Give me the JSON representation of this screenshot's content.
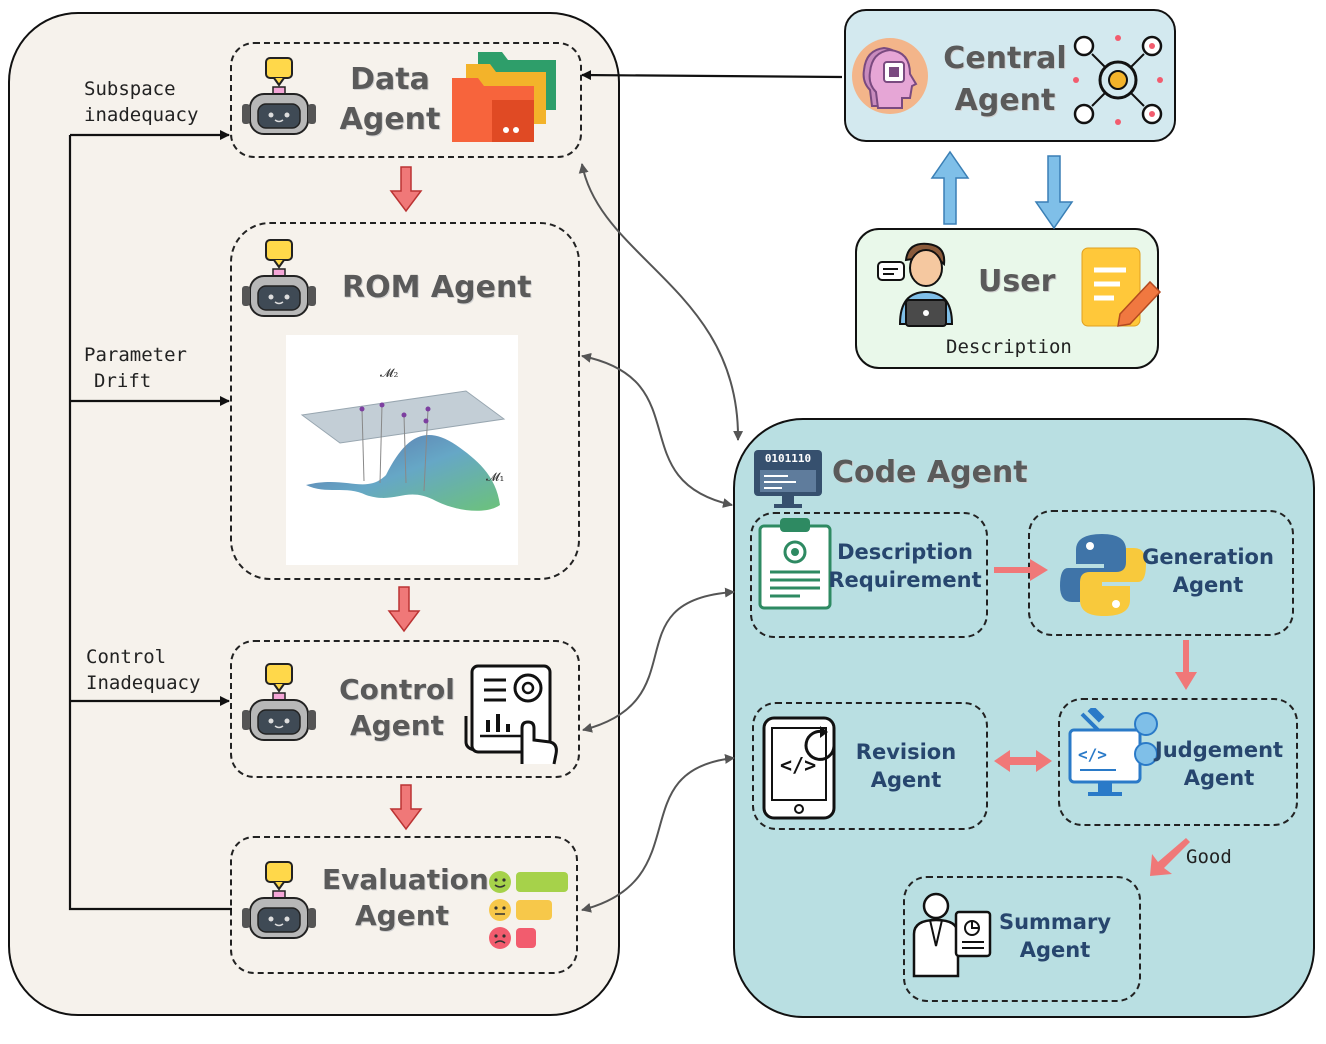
{
  "left_panel": {
    "data_agent": {
      "line1": "Data",
      "line2": "Agent",
      "icon": "folder-stack-icon"
    },
    "rom_agent": {
      "title": "ROM Agent",
      "manifold_top_label": "𝓜₂",
      "manifold_bottom_label": "𝓜₁",
      "icon": "manifold-plot"
    },
    "control_agent": {
      "line1": "Control",
      "line2": "Agent",
      "icon": "control-panel-icon"
    },
    "evaluation_agent": {
      "line1": "Evaluation",
      "line2": "Agent",
      "icon": "rating-scale-icon"
    },
    "feedback_labels": {
      "subspace_1": "Subspace",
      "subspace_2": "inadequacy",
      "param_1": "Parameter",
      "param_2": "Drift",
      "control_1": "Control",
      "control_2": "Inadequacy"
    }
  },
  "central": {
    "line1": "Central",
    "line2": "Agent",
    "icon": "ai-head-icon",
    "network_icon": "network-hub-icon"
  },
  "user": {
    "title": "User",
    "caption": "Description",
    "icon": "user-laptop-icon",
    "note_icon": "note-pencil-icon"
  },
  "code_panel": {
    "title": "Code Agent",
    "binary_text": "0101110",
    "description": {
      "line1": "Description",
      "line2": "Requirement"
    },
    "generation": {
      "line1": "Generation",
      "line2": "Agent"
    },
    "judgement": {
      "line1": "Judgement",
      "line2": "Agent"
    },
    "revision": {
      "line1": "Revision",
      "line2": "Agent"
    },
    "summary": {
      "line1": "Summary",
      "line2": "Agent"
    },
    "good_label": "Good"
  },
  "colors": {
    "left_bg": "#f6f2ec",
    "code_bg": "#b9dfe2",
    "central_bg": "#d3e9ef",
    "user_bg": "#e9f8ea",
    "red_arrow": "#f07878",
    "blue_arrow": "#7fbfe8",
    "code_text": "#27466e"
  }
}
